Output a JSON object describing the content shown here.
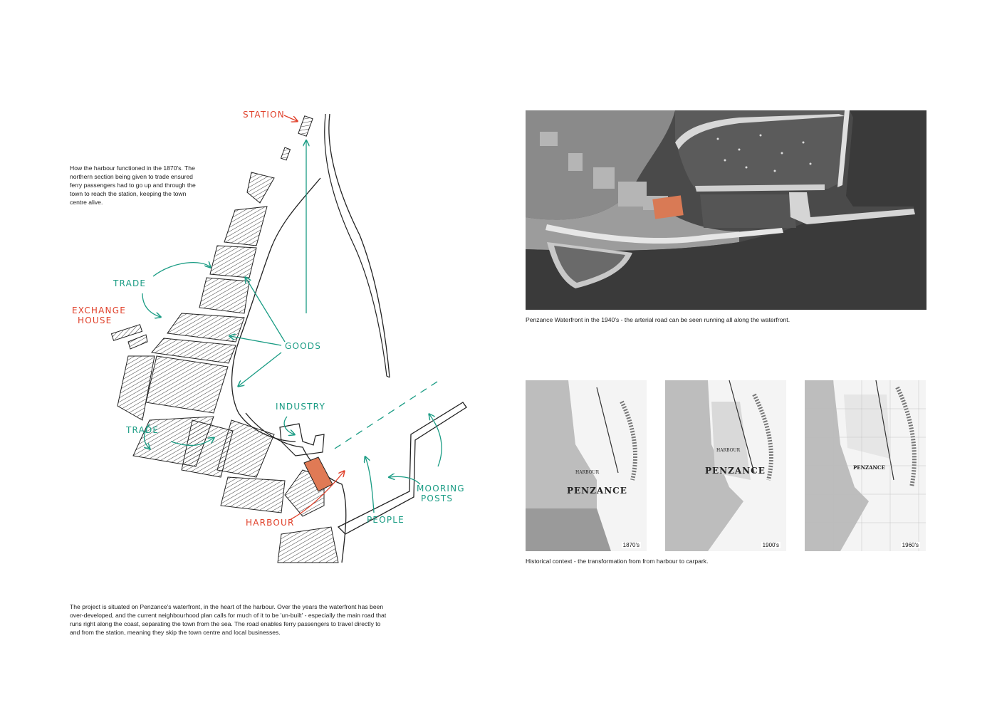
{
  "sketch": {
    "caption": "How the harbour functioned in the 1870's. The northern section being given to trade ensured ferry passengers had to go up and through the town to reach the station, keeping the town centre alive.",
    "labels": {
      "station": "STATION",
      "trade_upper": "TRADE",
      "exchange_house_1": "EXCHANGE",
      "exchange_house_2": "HOUSE",
      "goods": "GOODS",
      "trade_lower": "TRADE",
      "industry": "INDUSTRY",
      "mooring_posts_1": "MOORING",
      "mooring_posts_2": "POSTS",
      "people": "PEOPLE",
      "harbour": "HARBOUR"
    },
    "colors": {
      "red": "#e0402a",
      "teal": "#1a9c84",
      "ink": "#222222",
      "highlight": "#e07a55"
    }
  },
  "body_text": "The project is situated on Penzance's waterfront, in the heart of the harbour. Over the years the waterfront has been over-developed, and the current neighbourhood plan calls for much of it to be 'un-built' - especially the main road that runs right along the coast, separating the town from the sea. The road enables ferry passengers to travel directly to and from the station, meaning they skip the town centre and local businesses.",
  "photo": {
    "caption": "Penzance Waterfront in the 1940's - the arterial road can be seen running all along the waterfront."
  },
  "maps": {
    "items": [
      {
        "year": "1870's",
        "harbour_label": "HARBOUR",
        "town_label": "PENZANCE"
      },
      {
        "year": "1900's",
        "harbour_label": "HARBOUR",
        "town_label": "PENZANCE"
      },
      {
        "year": "1960's",
        "harbour_label": "",
        "town_label": "PENZANCE"
      }
    ],
    "caption": "Historical context - the transformation from from harbour to carpark."
  }
}
